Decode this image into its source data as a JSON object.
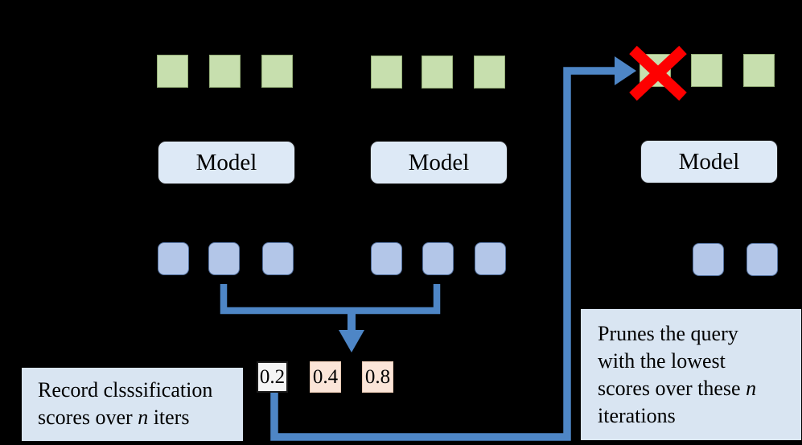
{
  "figure_type": "diagram",
  "description": "Query pruning diagram: three model columns; classification scores recorded over n iterations; lowest-scoring query pruned (red X).",
  "models": [
    "Model",
    "Model",
    "Model"
  ],
  "scores": [
    "0.2",
    "0.4",
    "0.8"
  ],
  "tokens": {
    "left_column": {
      "green_outputs": 3,
      "blue_inputs": 3
    },
    "middle_column": {
      "green_outputs": 3,
      "blue_inputs": 3
    },
    "right_column": {
      "green_outputs": 3,
      "blue_inputs": 2,
      "pruned_output_index": 0
    }
  },
  "left_note": {
    "lines": [
      {
        "t": "Record clsssification"
      },
      {
        "t": "scores over ",
        "i": "n",
        "t2": " iters"
      }
    ]
  },
  "right_note": {
    "lines": [
      {
        "t": "Prunes the query"
      },
      {
        "t": "with the lowest"
      },
      {
        "t": "scores over these ",
        "i": "n"
      },
      {
        "t": "iterations"
      }
    ]
  },
  "colors": {
    "bg": "#000000",
    "green-fill": "#c7dfae",
    "green-border": "#94ae77",
    "blue-fill": "#b3c6e8",
    "blue-border": "#54719f",
    "model-fill": "#dde9f6",
    "model-border": "#1f1f1f",
    "note-fill": "#d9e5f2",
    "scorebox-white-fill": "#f4f4f4",
    "scorebox-white-border": "#1a1a1a",
    "scorebox-peach-fill": "#fbe5d8",
    "scorebox-peach-border": "#e9cab4",
    "connector": "#4e86c6",
    "cross": "#fe0000"
  }
}
